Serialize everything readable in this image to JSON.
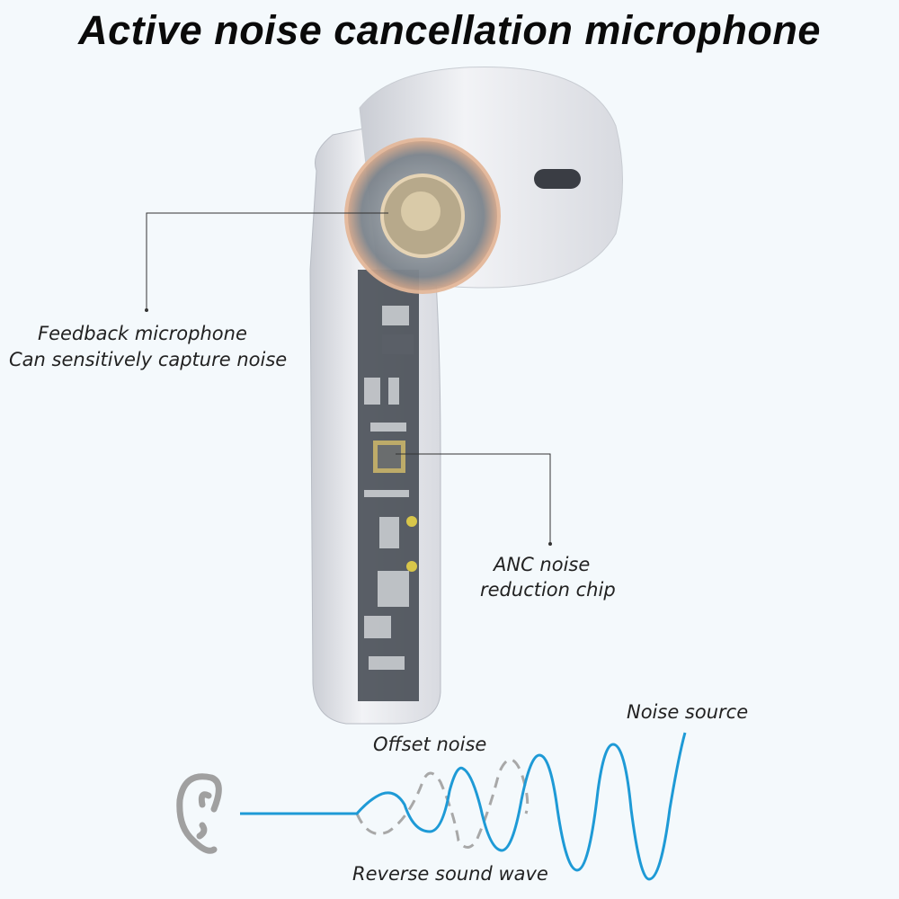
{
  "title": "Active noise cancellation microphone",
  "labels": {
    "feedback_mic_line1": "Feedback microphone",
    "feedback_mic_line2": "Can sensitively capture noise",
    "anc_chip_line1": "ANC noise",
    "anc_chip_line2": "reduction chip",
    "noise_source": "Noise source",
    "offset_noise": "Offset noise",
    "reverse_sound_wave": "Reverse sound wave"
  },
  "colors": {
    "wave": "#1e9ad6",
    "offset_dashed": "#a8a8a8",
    "ear": "#a0a0a0",
    "background": "#f4f9fc"
  },
  "icons": [
    "ear-icon"
  ]
}
